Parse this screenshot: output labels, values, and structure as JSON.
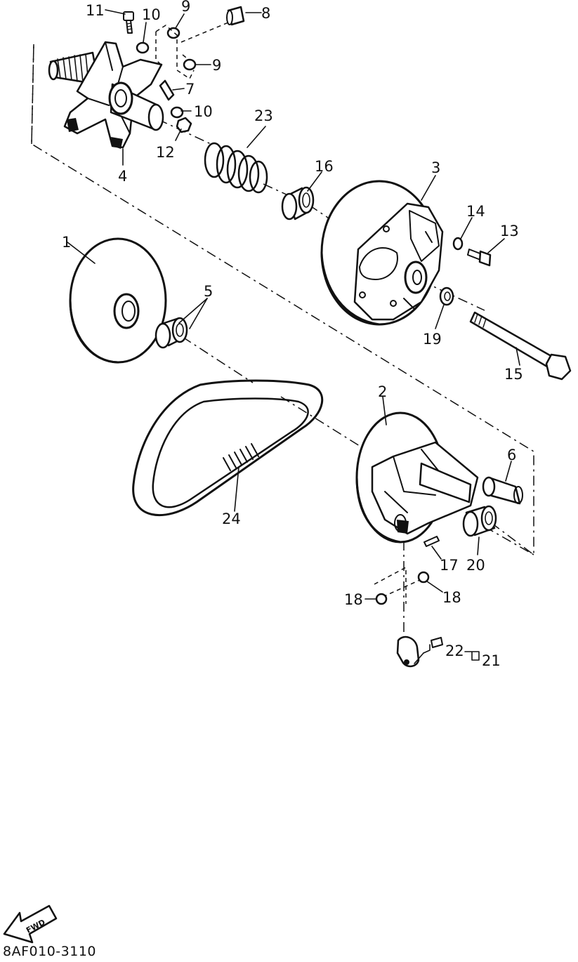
{
  "reference_code": "8AF010-3110",
  "fwd_badge": "FWD",
  "parts": [
    {
      "id": "p1",
      "label": "1"
    },
    {
      "id": "p2",
      "label": "2"
    },
    {
      "id": "p3",
      "label": "3"
    },
    {
      "id": "p4",
      "label": "4"
    },
    {
      "id": "p5",
      "label": "5"
    },
    {
      "id": "p6",
      "label": "6"
    },
    {
      "id": "p7",
      "label": "7"
    },
    {
      "id": "p8",
      "label": "8"
    },
    {
      "id": "p9a",
      "label": "9"
    },
    {
      "id": "p9b",
      "label": "9"
    },
    {
      "id": "p10a",
      "label": "10"
    },
    {
      "id": "p10b",
      "label": "10"
    },
    {
      "id": "p11",
      "label": "11"
    },
    {
      "id": "p12",
      "label": "12"
    },
    {
      "id": "p13",
      "label": "13"
    },
    {
      "id": "p14",
      "label": "14"
    },
    {
      "id": "p15",
      "label": "15"
    },
    {
      "id": "p16",
      "label": "16"
    },
    {
      "id": "p17",
      "label": "17"
    },
    {
      "id": "p18a",
      "label": "18"
    },
    {
      "id": "p18b",
      "label": "18"
    },
    {
      "id": "p19",
      "label": "19"
    },
    {
      "id": "p20",
      "label": "20"
    },
    {
      "id": "p21",
      "label": "21"
    },
    {
      "id": "p22",
      "label": "22"
    },
    {
      "id": "p23",
      "label": "23"
    },
    {
      "id": "p24",
      "label": "24"
    }
  ]
}
